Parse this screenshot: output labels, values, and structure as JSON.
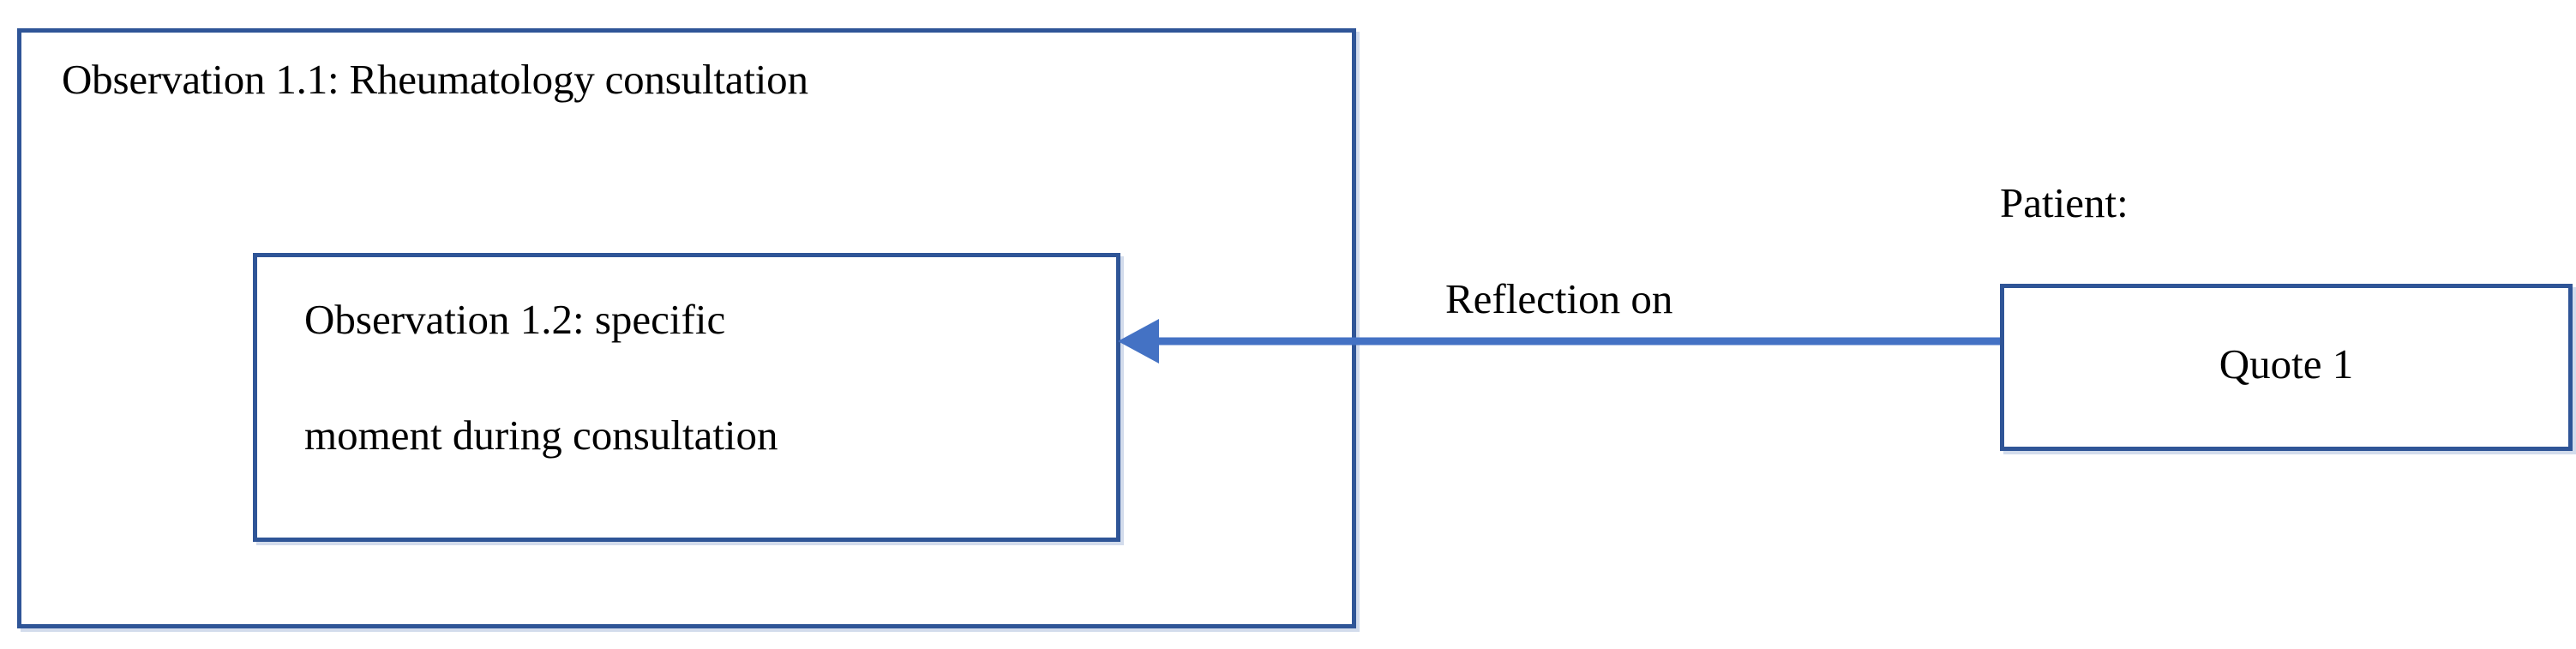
{
  "diagram": {
    "type": "flow-diagram",
    "background_color": "#FFFFFF",
    "box_border_color": "#2F5597",
    "arrow_color": "#4472C4",
    "text_color": "#000000"
  },
  "outer_observation": {
    "title": "Observation 1.1: Rheumatology consultation"
  },
  "inner_observation": {
    "line1": "Observation 1.2: specific",
    "line2": "moment during consultation"
  },
  "connector": {
    "label": "Reflection on",
    "direction": "right-to-left",
    "arrowhead": "left-arrowhead-icon"
  },
  "patient_group": {
    "label": "Patient:",
    "quote": "Quote 1"
  }
}
